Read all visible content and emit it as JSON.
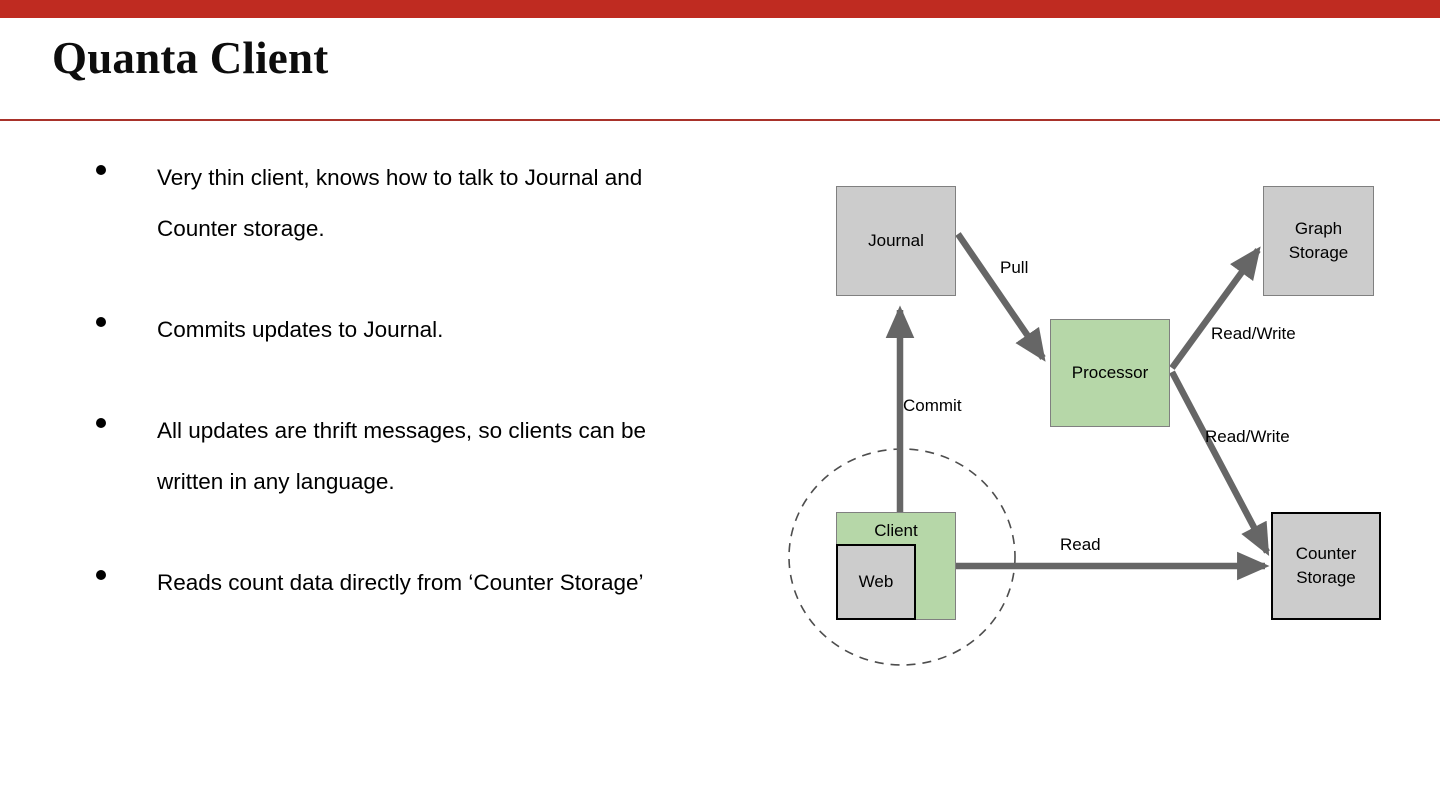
{
  "slide": {
    "title": "Quanta Client",
    "accent_color": "#bf2b21",
    "rule_color": "#a8322a",
    "background": "#ffffff"
  },
  "bullets": [
    {
      "text": "Very thin client, knows how to talk to Journal and Counter storage."
    },
    {
      "text": "Commits updates to Journal."
    },
    {
      "text": "All updates are thrift messages, so clients can be written in any language."
    },
    {
      "text": "Reads count data directly from ‘Counter Storage’"
    }
  ],
  "diagram": {
    "nodes": [
      {
        "id": "journal",
        "label": "Journal",
        "fill": "#cccccc",
        "stroke": "#808080"
      },
      {
        "id": "graph",
        "label": "Graph\nStorage",
        "fill": "#cccccc",
        "stroke": "#808080"
      },
      {
        "id": "processor",
        "label": "Processor",
        "fill": "#b6d7a8",
        "stroke": "#808080"
      },
      {
        "id": "counter",
        "label": "Counter\nStorage",
        "fill": "#cccccc",
        "stroke": "#000000"
      },
      {
        "id": "client",
        "label": "Client",
        "fill": "#b6d7a8",
        "stroke": "#808080"
      },
      {
        "id": "web",
        "label": "Web",
        "fill": "#cccccc",
        "stroke": "#000000"
      }
    ],
    "node_labels": {
      "journal": "Journal",
      "graph_line1": "Graph",
      "graph_line2": "Storage",
      "processor": "Processor",
      "counter_line1": "Counter",
      "counter_line2": "Storage",
      "client": "Client",
      "web": "Web"
    },
    "edges": [
      {
        "id": "pull",
        "from": "journal",
        "to": "processor",
        "label": "Pull"
      },
      {
        "id": "rw-graph",
        "from": "processor",
        "to": "graph",
        "label": "Read/Write"
      },
      {
        "id": "rw-counter",
        "from": "processor",
        "to": "counter",
        "label": "Read/Write"
      },
      {
        "id": "commit",
        "from": "client",
        "to": "journal",
        "label": "Commit"
      },
      {
        "id": "read",
        "from": "client",
        "to": "counter",
        "label": "Read"
      }
    ],
    "edge_labels": {
      "pull": "Pull",
      "rw_graph": "Read/Write",
      "rw_counter": "Read/Write",
      "commit": "Commit",
      "read": "Read"
    },
    "boundary": {
      "shape": "dashed-circle",
      "encloses": [
        "client",
        "web"
      ]
    },
    "arrow_color": "#666666"
  }
}
